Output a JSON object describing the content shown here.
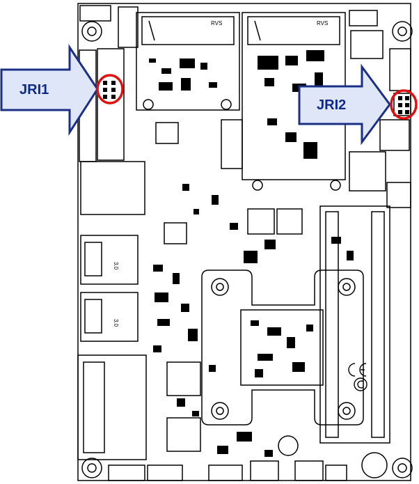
{
  "callouts": [
    {
      "id": "jri1",
      "label": "JRI1"
    },
    {
      "id": "jri2",
      "label": "JRI2"
    }
  ],
  "connector_marks": {
    "usb_a": "3.0",
    "usb_b": "3.0",
    "sodimm_a": "RVS",
    "sodimm_b": "RVS"
  },
  "colors": {
    "highlight_ring": "#e01010",
    "arrow_fill": "#dfe6f7",
    "arrow_stroke": "#1b2f86",
    "label_text": "#0d2a8a",
    "line": "#000000"
  },
  "icons": [
    "ce-mark-icon",
    "fcc-mark-icon"
  ]
}
